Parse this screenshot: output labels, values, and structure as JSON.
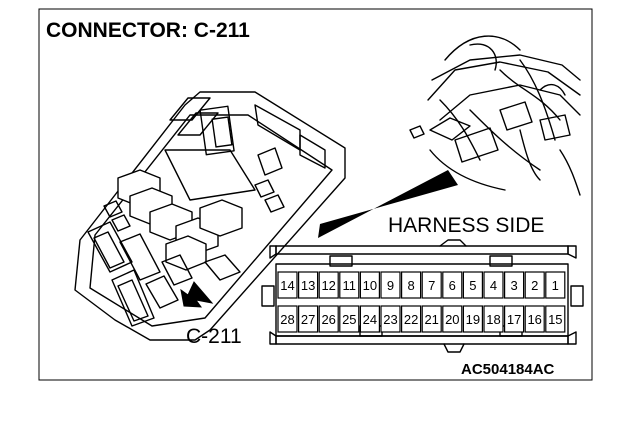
{
  "title": "CONNECTOR: C-211",
  "harness_label": "HARNESS SIDE",
  "callout_label": "C-211",
  "figure_code": "AC504184AC",
  "pins_top": [
    "14",
    "13",
    "12",
    "11",
    "10",
    "9",
    "8",
    "7",
    "6",
    "5",
    "4",
    "3",
    "2",
    "1"
  ],
  "pins_bottom": [
    "28",
    "27",
    "26",
    "25",
    "24",
    "23",
    "22",
    "21",
    "20",
    "19",
    "18",
    "17",
    "16",
    "15"
  ]
}
